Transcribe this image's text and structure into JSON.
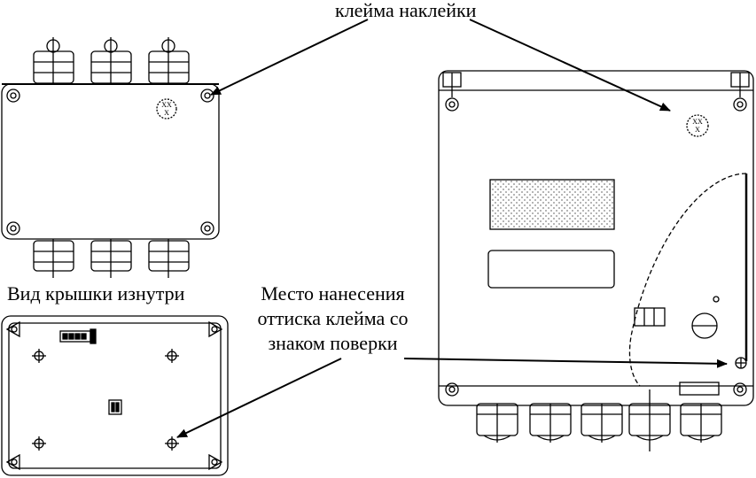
{
  "labels": {
    "top_callout": "клейма наклейки",
    "cover_inside": "Вид крышки изнутри",
    "verification_line1": "Место нанесения",
    "verification_line2": "оттиска клейма со",
    "verification_line3": "знаком поверки"
  },
  "seal_mark": "XX\nX",
  "colors": {
    "line": "#000000",
    "background": "#ffffff"
  }
}
